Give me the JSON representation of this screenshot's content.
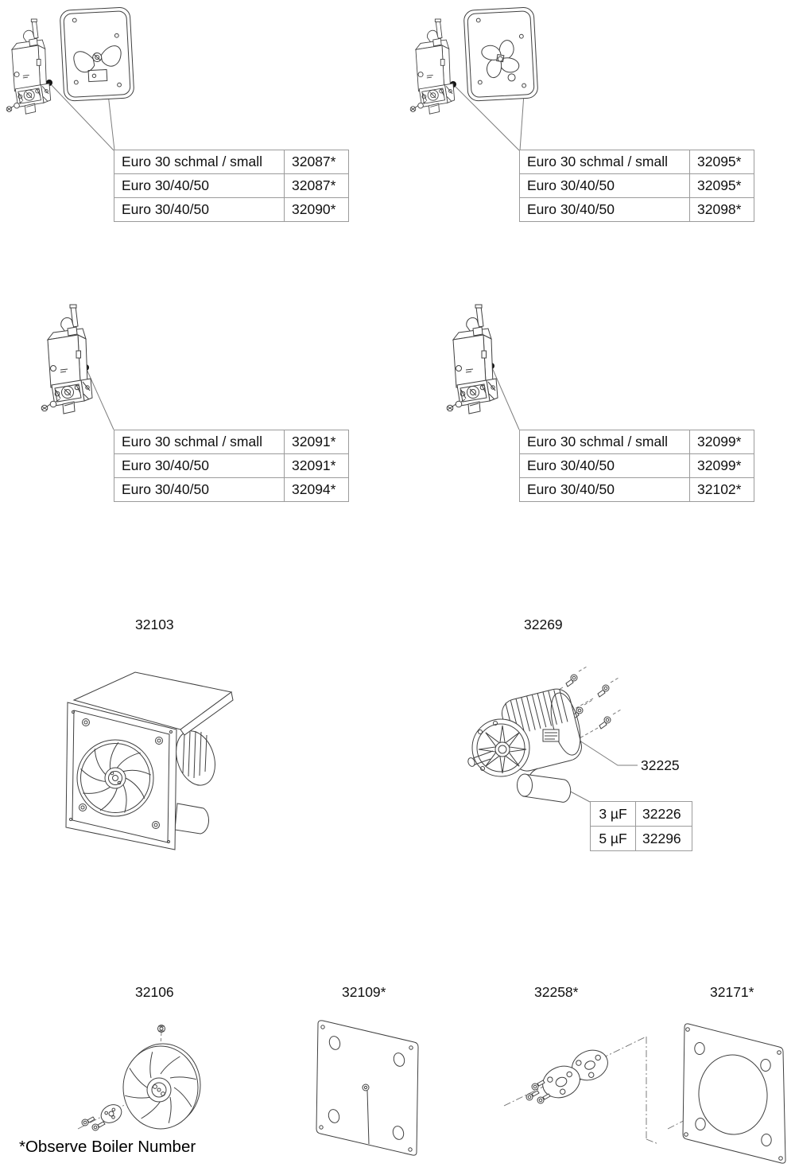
{
  "footnote": "*Observe Boiler Number",
  "parts_tables": [
    {
      "rows": [
        [
          "Euro 30 schmal / small",
          "32087*"
        ],
        [
          "Euro 30/40/50",
          "32087*"
        ],
        [
          "Euro 30/40/50",
          "32090*"
        ]
      ]
    },
    {
      "rows": [
        [
          "Euro 30 schmal / small",
          "32095*"
        ],
        [
          "Euro 30/40/50",
          "32095*"
        ],
        [
          "Euro 30/40/50",
          "32098*"
        ]
      ]
    },
    {
      "rows": [
        [
          "Euro 30 schmal / small",
          "32091*"
        ],
        [
          "Euro 30/40/50",
          "32091*"
        ],
        [
          "Euro 30/40/50",
          "32094*"
        ]
      ]
    },
    {
      "rows": [
        [
          "Euro 30 schmal / small",
          "32099*"
        ],
        [
          "Euro 30/40/50",
          "32099*"
        ],
        [
          "Euro 30/40/50",
          "32102*"
        ]
      ]
    }
  ],
  "part_labels": {
    "blower_assembly": "32103",
    "motor": "32269",
    "motor_callout": "32225",
    "fan_wheel": "32106",
    "mounting_plate": "32109*",
    "coupling_flanges": "32258*",
    "gasket": "32171*"
  },
  "capacitor_table": {
    "rows": [
      [
        "3 µF",
        "32226"
      ],
      [
        "5 µF",
        "32296"
      ]
    ]
  }
}
